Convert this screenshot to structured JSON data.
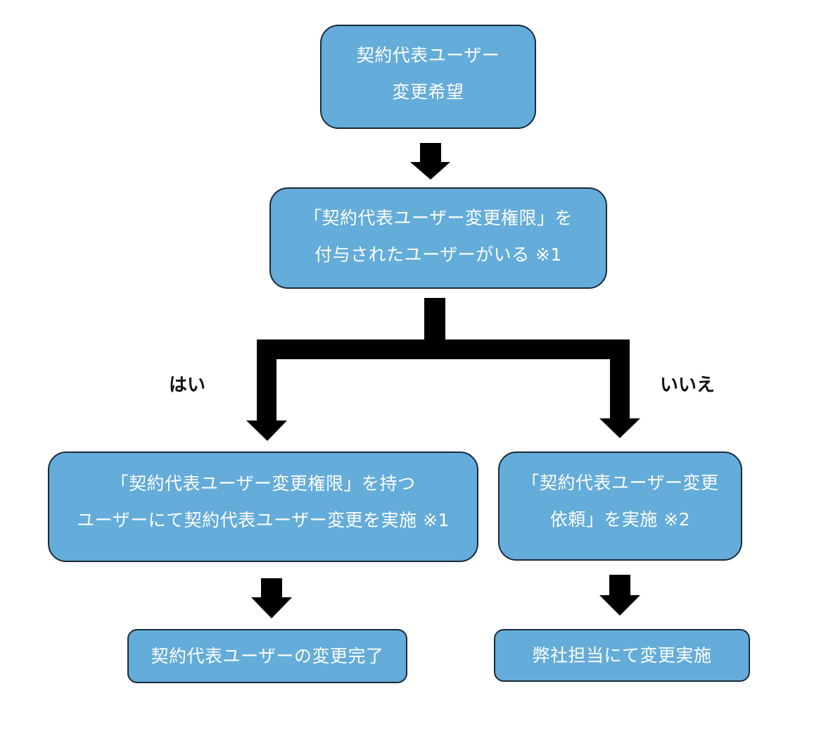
{
  "diagram": {
    "type": "flowchart",
    "colors": {
      "box_fill": "#64acd9",
      "box_border": "#1b2a3a",
      "box_text": "#ffffff",
      "arrow": "#000000",
      "label_text": "#111111"
    },
    "nodes": [
      {
        "id": "start",
        "lines": [
          "契約代表ユーザー",
          "変更希望"
        ]
      },
      {
        "id": "decision",
        "lines": [
          "「契約代表ユーザー変更権限」を",
          "付与されたユーザーがいる ※1"
        ]
      },
      {
        "id": "yes-action",
        "lines": [
          "「契約代表ユーザー変更権限」を持つ",
          "ユーザーにて契約代表ユーザー変更を実施 ※1"
        ]
      },
      {
        "id": "no-action",
        "lines": [
          "「契約代表ユーザー変更",
          "依頼」を実施 ※2"
        ]
      },
      {
        "id": "yes-result",
        "lines": [
          "契約代表ユーザーの変更完了"
        ]
      },
      {
        "id": "no-result",
        "lines": [
          "弊社担当にて変更実施"
        ]
      }
    ],
    "branch_labels": {
      "yes": "はい",
      "no": "いいえ"
    },
    "edges": [
      {
        "from": "start",
        "to": "decision"
      },
      {
        "from": "decision",
        "to": "yes-action",
        "label": "はい"
      },
      {
        "from": "decision",
        "to": "no-action",
        "label": "いいえ"
      },
      {
        "from": "yes-action",
        "to": "yes-result"
      },
      {
        "from": "no-action",
        "to": "no-result"
      }
    ]
  }
}
